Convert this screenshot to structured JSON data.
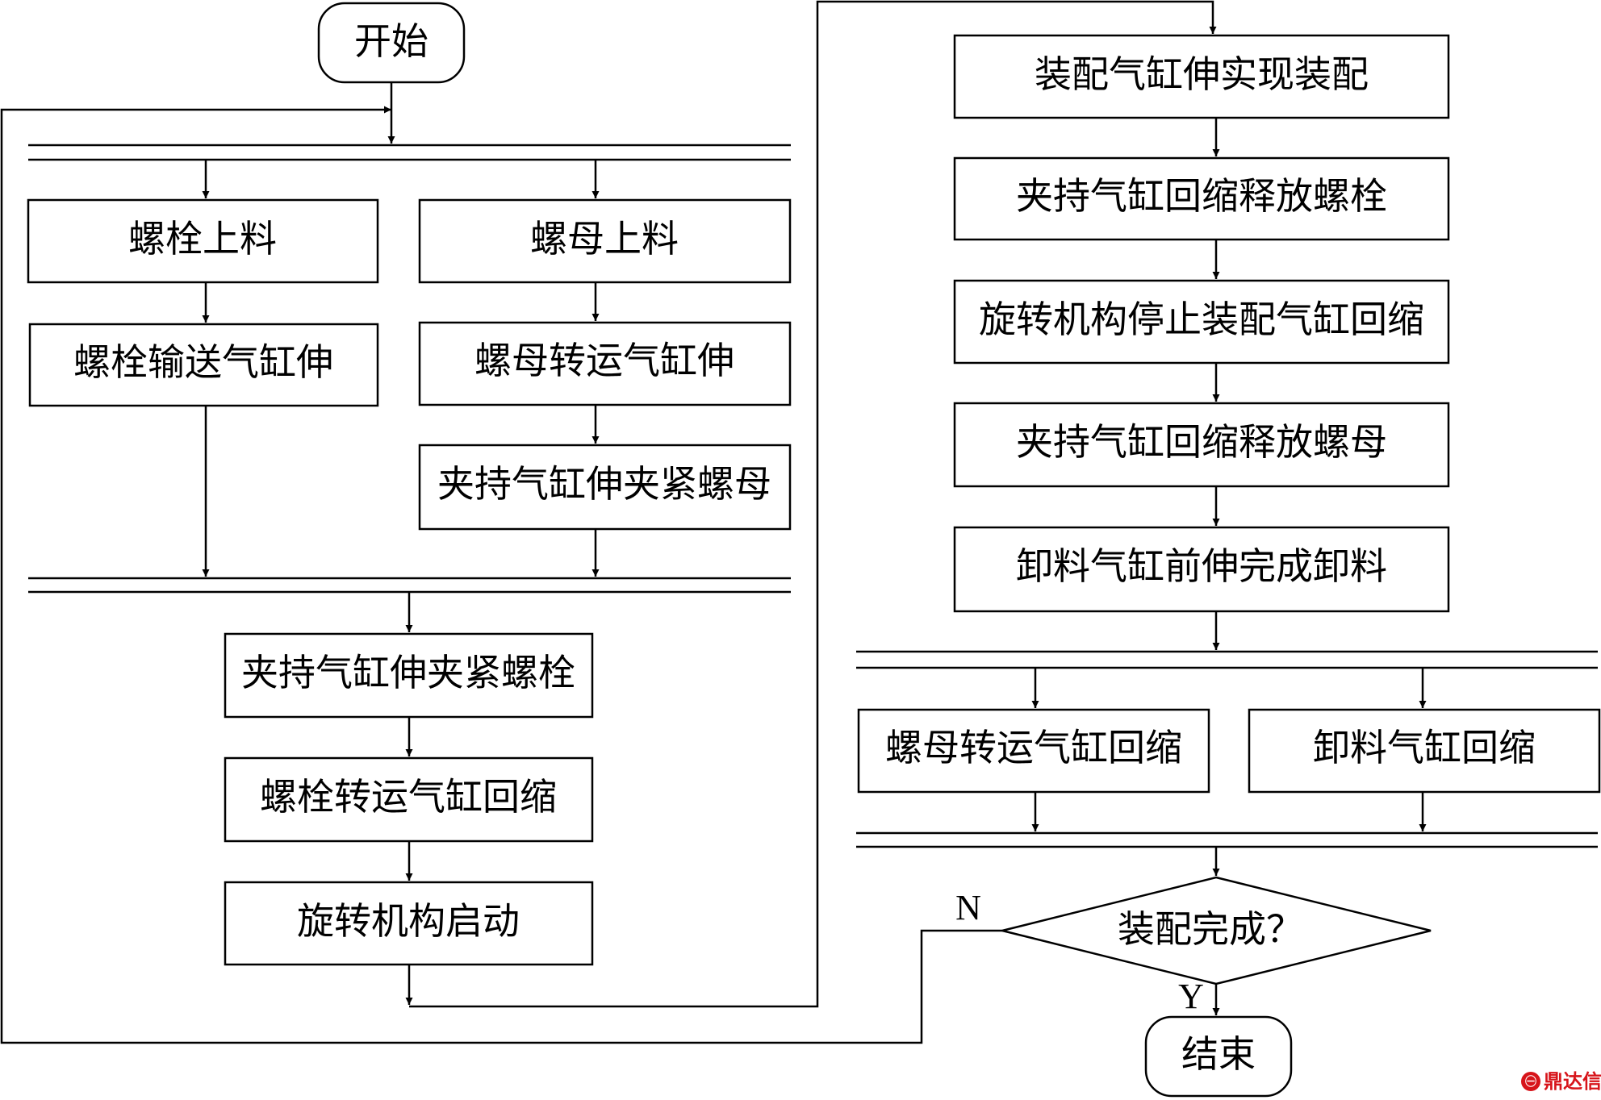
{
  "start": "开始",
  "end": "结束",
  "nodes": {
    "bolt_load": "螺栓上料",
    "nut_load": "螺母上料",
    "bolt_convey": "螺栓输送气缸伸",
    "nut_transfer": "螺母转运气缸伸",
    "clamp_nut": "夹持气缸伸夹紧螺母",
    "clamp_bolt": "夹持气缸伸夹紧螺栓",
    "bolt_transfer_retract": "螺栓转运气缸回缩",
    "rotate_start": "旋转机构启动",
    "assembly_extend": "装配气缸伸实现装配",
    "release_bolt": "夹持气缸回缩释放螺栓",
    "rotate_stop": "旋转机构停止装配气缸回缩",
    "release_nut": "夹持气缸回缩释放螺母",
    "unload_extend": "卸料气缸前伸完成卸料",
    "nut_transfer_retract": "螺母转运气缸回缩",
    "unload_retract": "卸料气缸回缩"
  },
  "decision": {
    "label": "装配完成？",
    "no_label": "N",
    "yes_label": "Y"
  },
  "watermark": {
    "text": "鼎达信",
    "color": "#d7141a"
  }
}
